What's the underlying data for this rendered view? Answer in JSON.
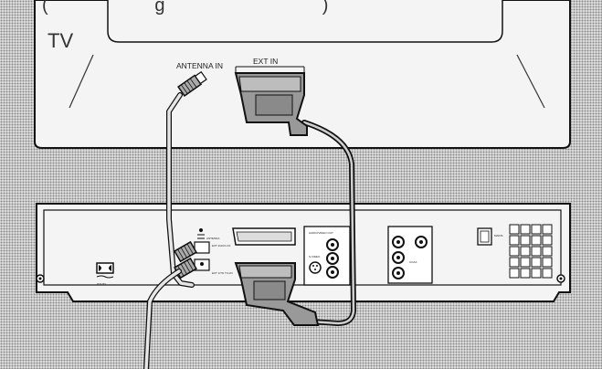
{
  "diagram": {
    "top_caption_partial": "(                     g                               )",
    "tv": {
      "label": "TV",
      "antenna_label": "ANTENNA IN",
      "ext_label": "EXT IN"
    },
    "recorder": {
      "logo_text": "DOLBY",
      "panel_labels": [
        "ANTENNA",
        "EXT 2/AUX-I/O",
        "EXT 1/TO TV-I/O",
        "AUDIO/VIDEO OUT",
        "S-VIDEO",
        "COAX",
        "MAINS"
      ]
    },
    "colors": {
      "line": "#111111",
      "panel": "#f4f4f4",
      "cable_light": "#e6e6e6",
      "plug": "#9a9a9a"
    }
  }
}
